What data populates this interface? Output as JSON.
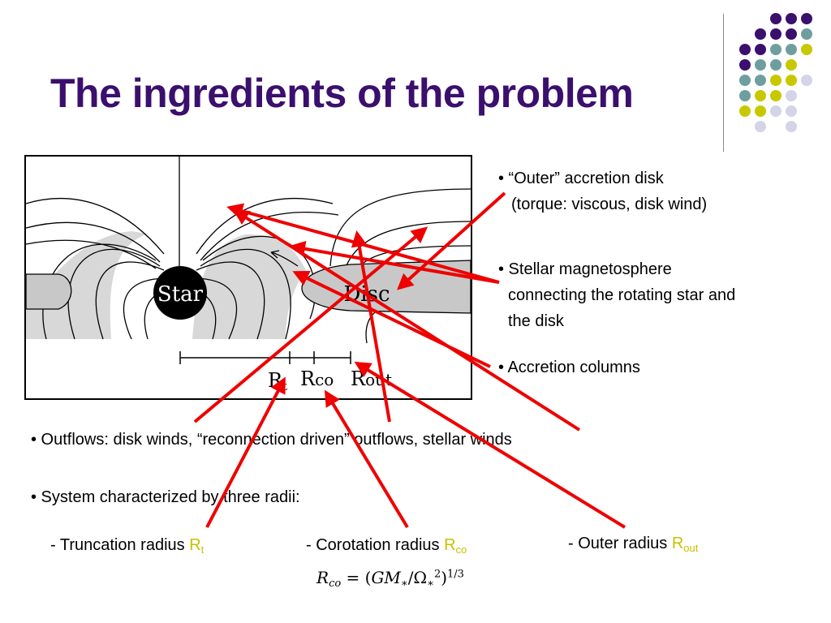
{
  "slide": {
    "title": "The ingredients of the problem",
    "colors": {
      "title": "#3b0f6e",
      "accent": "#c8c100",
      "arrow": "#ee0000"
    }
  },
  "figure": {
    "star_label": "Star",
    "disc_label": "Disc",
    "radius_labels": {
      "rt_main": "R",
      "rt_sub": "t",
      "rco_main": "R",
      "rco_sub": "co",
      "rout_main": "R",
      "rout_sub": "out"
    }
  },
  "bullets": {
    "outer_disk_line1": "• “Outer” accretion disk",
    "outer_disk_line2": "(torque: viscous, disk wind)",
    "magneto_line1": "• Stellar magnetosphere",
    "magneto_line2": "connecting the rotating star and",
    "magneto_line3": "the disk",
    "accretion": "• Accretion columns",
    "outflows": "• Outflows: disk winds, “reconnection driven” outflows, stellar winds",
    "system": "• System characterized by three radii:"
  },
  "radii": {
    "truncation_text": "- Truncation radius ",
    "truncation_sym": "R",
    "truncation_sub": "t",
    "corotation_text": "- Corotation radius ",
    "corotation_sym": "R",
    "corotation_sub": "co",
    "outer_text": "- Outer radius ",
    "outer_sym": "R",
    "outer_sub": "out"
  },
  "formula": {
    "lhs": "R",
    "lhs_sub": "co",
    "eq": " = (",
    "gm": "GM",
    "gm_sub": "∗",
    "slash": "/Ω",
    "omega_sub": "∗",
    "omega_sup": "2",
    "close": ")",
    "exp": "1/3"
  }
}
